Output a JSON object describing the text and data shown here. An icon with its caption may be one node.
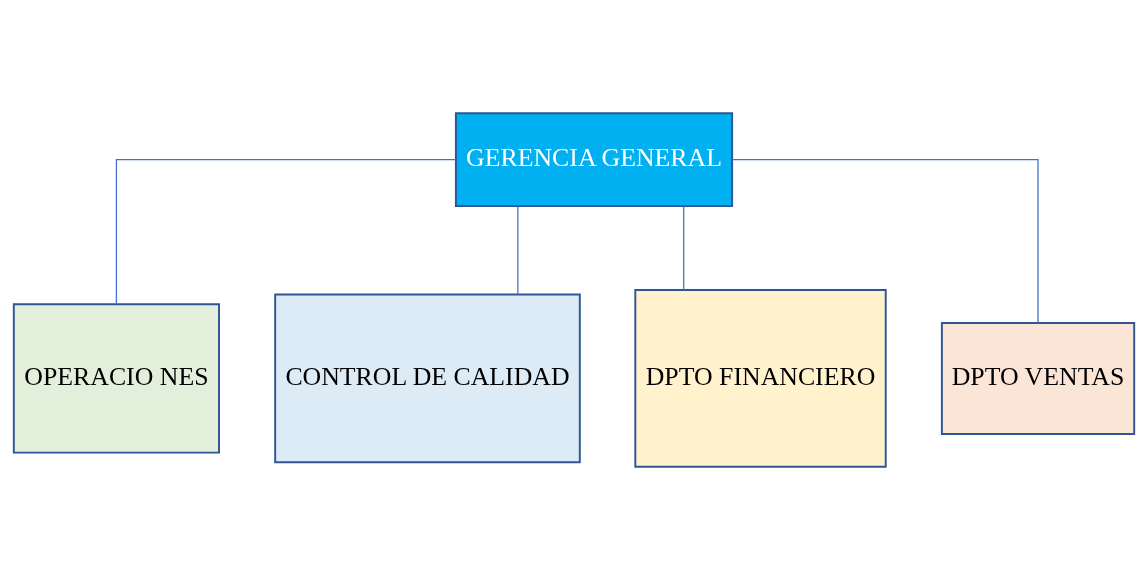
{
  "diagram": {
    "nodes": [
      {
        "text": [
          "GERENCIA GENERAL"
        ]
      },
      {
        "text": [
          "OPERACIO NES"
        ]
      },
      {
        "text": [
          "CONTROL DE CALIDAD"
        ]
      },
      {
        "text": [
          "DPTO FINANCIERO"
        ]
      },
      {
        "text": [
          "DPTO VENTAS"
        ]
      }
    ],
    "edges": [
      {
        "from": 0,
        "to": 1,
        "arrow": "none"
      },
      {
        "from": 0,
        "to": 2,
        "arrow": "none"
      },
      {
        "from": 0,
        "to": 3,
        "arrow": "none"
      },
      {
        "from": 0,
        "to": 4,
        "arrow": "none"
      }
    ]
  }
}
